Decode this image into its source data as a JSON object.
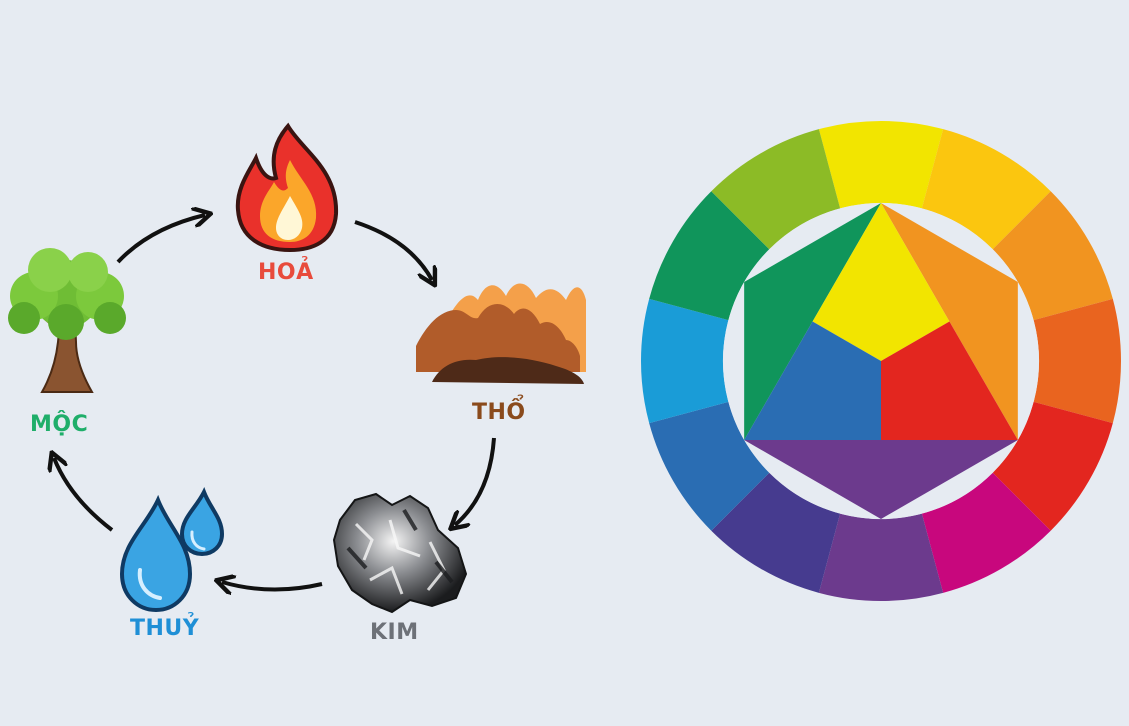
{
  "cycle": {
    "elements": [
      {
        "id": "hoa",
        "label": "HOẢ",
        "color": "#e84b3c"
      },
      {
        "id": "tho",
        "label": "THỔ",
        "color": "#8a4a1c"
      },
      {
        "id": "kim",
        "label": "KIM",
        "color": "#6d7178"
      },
      {
        "id": "thuy",
        "label": "THUỶ",
        "color": "#1f8fd6"
      },
      {
        "id": "moc",
        "label": "MỘC",
        "color": "#1fae6a"
      }
    ],
    "arrow_order": [
      "moc",
      "hoa",
      "tho",
      "kim",
      "thuy",
      "moc"
    ]
  },
  "color_wheel": {
    "outer_ring": [
      "#f2e500",
      "#fbc60f",
      "#f19420",
      "#e9641f",
      "#e3261f",
      "#c8077d",
      "#6c3a8d",
      "#463b8f",
      "#2a6db3",
      "#1a9cd7",
      "#10955b",
      "#8cbb26"
    ],
    "triangle": {
      "top": "#f2e500",
      "bottom_right": "#e3261f",
      "bottom_left": "#2a6db3"
    },
    "hexagon_points": {
      "top_right": "#f19420",
      "bottom": "#6c3a8d",
      "top_left": "#10955b"
    },
    "background": "#e6ebf2"
  }
}
